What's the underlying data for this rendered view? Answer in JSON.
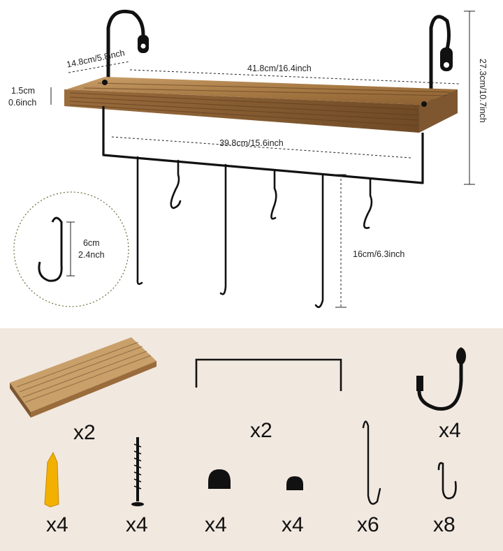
{
  "dimensions": {
    "depth": "14.8cm/5.8inch",
    "length": "41.8cm/16.4inch",
    "thickness_cm": "1.5cm",
    "thickness_in": "0.6inch",
    "rail_length": "39.8cm/15.6inch",
    "total_height": "27.3cm/10.7inch",
    "hook_height_cm": "6cm",
    "hook_height_in": "2.4nch",
    "drop": "16cm/6.3inch"
  },
  "parts": {
    "board_qty": "x2",
    "rail_qty": "x2",
    "bracket_qty": "x4",
    "anchor_qty": "x4",
    "screw_qty": "x4",
    "cap_large_qty": "x4",
    "cap_small_qty": "x4",
    "long_hook_qty": "x6",
    "s_hook_qty": "x8"
  },
  "colors": {
    "bottom_bg": "#f1e8e0",
    "wood": "#b98a52",
    "metal": "#111111",
    "anchor": "#f2b100"
  }
}
